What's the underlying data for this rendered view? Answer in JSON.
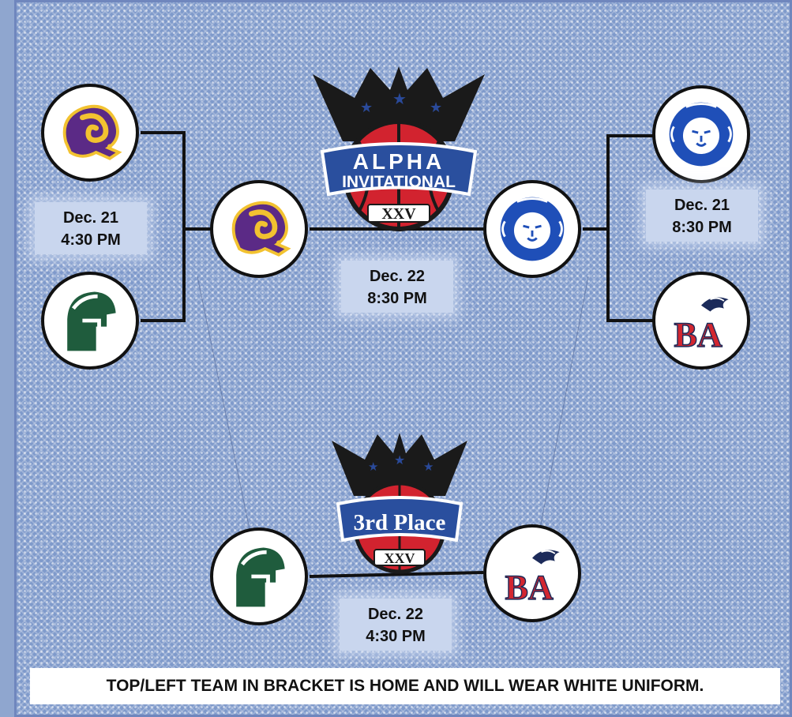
{
  "crest_main": {
    "line1": "ALPHA",
    "line2": "INVITATIONAL",
    "year": "XXV"
  },
  "crest_third": {
    "label": "3rd Place",
    "year": "XXV"
  },
  "dates": {
    "left_semifinal": {
      "date": "Dec. 21",
      "time": "4:30 PM"
    },
    "right_semifinal": {
      "date": "Dec. 21",
      "time": "8:30 PM"
    },
    "championship": {
      "date": "Dec. 22",
      "time": "8:30 PM"
    },
    "third_place": {
      "date": "Dec. 22",
      "time": "4:30 PM"
    }
  },
  "teams": {
    "rams_logo_text": "",
    "ba_logo_text": "BA"
  },
  "footer": {
    "note": "TOP/LEFT TEAM IN BRACKET IS HOME AND WILL WEAR WHITE UNIFORM."
  },
  "colors": {
    "background": "#7f9acb",
    "rams_purple": "#5b2a86",
    "rams_gold": "#f2c230",
    "spartan_green": "#1f5c3d",
    "lions_blue": "#1f4fb8",
    "ba_red": "#d22630",
    "ba_navy": "#1c2b5a"
  }
}
